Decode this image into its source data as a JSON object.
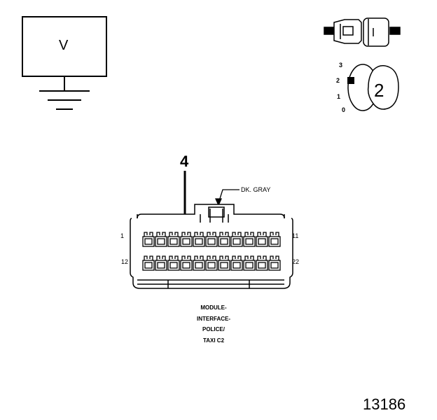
{
  "meter": {
    "label": "V"
  },
  "step": {
    "number": "4"
  },
  "wire": {
    "color_label": "DK. GRAY"
  },
  "pins": {
    "left_top": "1",
    "right_top": "11",
    "left_bottom": "12",
    "right_bottom": "22"
  },
  "connector": {
    "name_lines": [
      "MODULE-",
      "INTERFACE-",
      "POLICE/",
      "TAXI C2"
    ]
  },
  "dial": {
    "range_labels": [
      "3",
      "2",
      "1",
      "0"
    ],
    "setting": "2"
  },
  "figure": {
    "number": "13186"
  }
}
